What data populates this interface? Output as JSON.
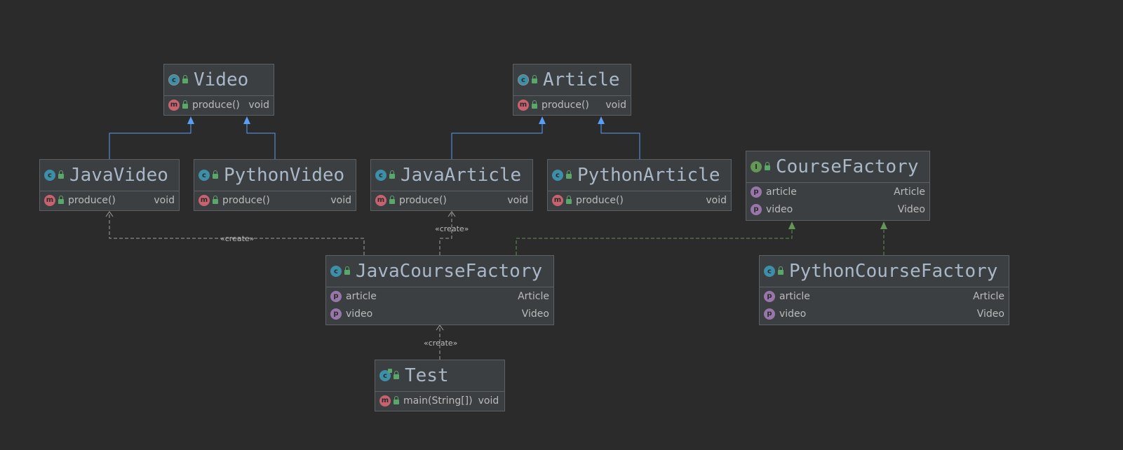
{
  "colors": {
    "background": "#2b2b2b",
    "node_fill": "#3c3f41",
    "node_border": "#5e6163",
    "extends_arrow": "#589df6",
    "implements_arrow": "#629755",
    "create_arrow": "#a0a0a0"
  },
  "nodes": {
    "video": {
      "title": "Video",
      "icon": "abstract-class-icon",
      "rows": [
        {
          "icon": "abstract-method-icon",
          "name": "produce()",
          "type": "void"
        }
      ]
    },
    "article": {
      "title": "Article",
      "icon": "abstract-class-icon",
      "rows": [
        {
          "icon": "abstract-method-icon",
          "name": "produce()",
          "type": "void"
        }
      ]
    },
    "java_video": {
      "title": "JavaVideo",
      "icon": "class-icon",
      "rows": [
        {
          "icon": "method-icon",
          "name": "produce()",
          "type": "void"
        }
      ]
    },
    "python_video": {
      "title": "PythonVideo",
      "icon": "class-icon",
      "rows": [
        {
          "icon": "method-icon",
          "name": "produce()",
          "type": "void"
        }
      ]
    },
    "java_article": {
      "title": "JavaArticle",
      "icon": "class-icon",
      "rows": [
        {
          "icon": "method-icon",
          "name": "produce()",
          "type": "void"
        }
      ]
    },
    "python_article": {
      "title": "PythonArticle",
      "icon": "class-icon",
      "rows": [
        {
          "icon": "method-icon",
          "name": "produce()",
          "type": "void"
        }
      ]
    },
    "course_factory": {
      "title": "CourseFactory",
      "icon": "interface-icon",
      "rows": [
        {
          "icon": "property-icon",
          "name": "article",
          "type": "Article"
        },
        {
          "icon": "property-icon",
          "name": "video",
          "type": "Video"
        }
      ]
    },
    "java_course_factory": {
      "title": "JavaCourseFactory",
      "icon": "class-icon",
      "rows": [
        {
          "icon": "property-icon",
          "name": "article",
          "type": "Article"
        },
        {
          "icon": "property-icon",
          "name": "video",
          "type": "Video"
        }
      ]
    },
    "python_course_factory": {
      "title": "PythonCourseFactory",
      "icon": "class-icon",
      "rows": [
        {
          "icon": "property-icon",
          "name": "article",
          "type": "Article"
        },
        {
          "icon": "property-icon",
          "name": "video",
          "type": "Video"
        }
      ]
    },
    "test": {
      "title": "Test",
      "icon": "runnable-class-icon",
      "rows": [
        {
          "icon": "static-method-icon",
          "name": "main(String[])",
          "type": "void"
        }
      ]
    }
  },
  "edges": [
    {
      "from": "java_video",
      "to": "video",
      "kind": "extends"
    },
    {
      "from": "python_video",
      "to": "video",
      "kind": "extends"
    },
    {
      "from": "java_article",
      "to": "article",
      "kind": "extends"
    },
    {
      "from": "python_article",
      "to": "article",
      "kind": "extends"
    },
    {
      "from": "java_course_factory",
      "to": "course_factory",
      "kind": "implements"
    },
    {
      "from": "python_course_factory",
      "to": "course_factory",
      "kind": "implements"
    },
    {
      "from": "java_course_factory",
      "to": "java_video",
      "kind": "create"
    },
    {
      "from": "java_course_factory",
      "to": "java_article",
      "kind": "create"
    },
    {
      "from": "test",
      "to": "java_course_factory",
      "kind": "create"
    }
  ],
  "labels": {
    "create_1": "«create»",
    "create_2": "«create»",
    "create_3": "«create»"
  }
}
